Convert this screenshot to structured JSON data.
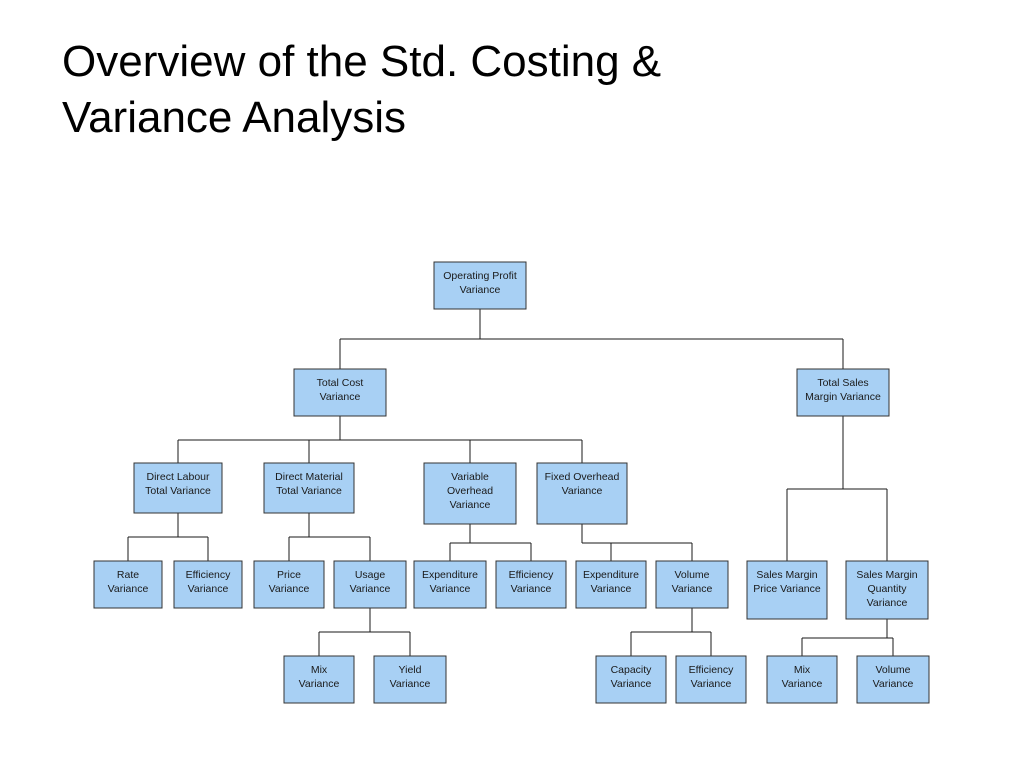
{
  "slide": {
    "title_line1": "Overview of the Std. Costing &",
    "title_line2": "Variance Analysis"
  },
  "colors": {
    "box_fill": "#a8d0f4",
    "box_stroke": "#333333",
    "connector": "#1a1a1a"
  },
  "nodes": [
    {
      "id": "operating-profit-variance",
      "lines": [
        "Operating Profit",
        "Variance"
      ]
    },
    {
      "id": "total-cost-variance",
      "lines": [
        "Total Cost",
        "Variance"
      ]
    },
    {
      "id": "total-sales-margin-variance",
      "lines": [
        "Total Sales",
        "Margin Variance"
      ]
    },
    {
      "id": "direct-labour-total-variance",
      "lines": [
        "Direct Labour",
        "Total Variance"
      ]
    },
    {
      "id": "direct-material-total-variance",
      "lines": [
        "Direct Material",
        "Total Variance"
      ]
    },
    {
      "id": "variable-overhead-variance",
      "lines": [
        "Variable",
        "Overhead",
        "Variance"
      ]
    },
    {
      "id": "fixed-overhead-variance",
      "lines": [
        "Fixed Overhead",
        "Variance"
      ]
    },
    {
      "id": "rate-variance",
      "lines": [
        "Rate",
        "Variance"
      ]
    },
    {
      "id": "labour-efficiency-variance",
      "lines": [
        "Efficiency",
        "Variance"
      ]
    },
    {
      "id": "price-variance",
      "lines": [
        "Price",
        "Variance"
      ]
    },
    {
      "id": "usage-variance",
      "lines": [
        "Usage",
        "Variance"
      ]
    },
    {
      "id": "variable-expenditure-variance",
      "lines": [
        "Expenditure",
        "Variance"
      ]
    },
    {
      "id": "variable-efficiency-variance",
      "lines": [
        "Efficiency",
        "Variance"
      ]
    },
    {
      "id": "fixed-expenditure-variance",
      "lines": [
        "Expenditure",
        "Variance"
      ]
    },
    {
      "id": "volume-variance",
      "lines": [
        "Volume",
        "Variance"
      ]
    },
    {
      "id": "sales-margin-price-variance",
      "lines": [
        "Sales Margin",
        "Price Variance"
      ]
    },
    {
      "id": "sales-margin-quantity-variance",
      "lines": [
        "Sales Margin",
        "Quantity",
        "Variance"
      ]
    },
    {
      "id": "material-mix-variance",
      "lines": [
        "Mix",
        "Variance"
      ]
    },
    {
      "id": "yield-variance",
      "lines": [
        "Yield",
        "Variance"
      ]
    },
    {
      "id": "capacity-variance",
      "lines": [
        "Capacity",
        "Variance"
      ]
    },
    {
      "id": "volume-efficiency-variance",
      "lines": [
        "Efficiency",
        "Variance"
      ]
    },
    {
      "id": "sales-mix-variance",
      "lines": [
        "Mix",
        "Variance"
      ]
    },
    {
      "id": "sales-volume-variance",
      "lines": [
        "Volume",
        "Variance"
      ]
    }
  ],
  "edges": [
    [
      "operating-profit-variance",
      "total-cost-variance"
    ],
    [
      "operating-profit-variance",
      "total-sales-margin-variance"
    ],
    [
      "total-cost-variance",
      "direct-labour-total-variance"
    ],
    [
      "total-cost-variance",
      "direct-material-total-variance"
    ],
    [
      "total-cost-variance",
      "variable-overhead-variance"
    ],
    [
      "total-cost-variance",
      "fixed-overhead-variance"
    ],
    [
      "direct-labour-total-variance",
      "rate-variance"
    ],
    [
      "direct-labour-total-variance",
      "labour-efficiency-variance"
    ],
    [
      "direct-material-total-variance",
      "price-variance"
    ],
    [
      "direct-material-total-variance",
      "usage-variance"
    ],
    [
      "variable-overhead-variance",
      "variable-expenditure-variance"
    ],
    [
      "variable-overhead-variance",
      "variable-efficiency-variance"
    ],
    [
      "fixed-overhead-variance",
      "fixed-expenditure-variance"
    ],
    [
      "fixed-overhead-variance",
      "volume-variance"
    ],
    [
      "total-sales-margin-variance",
      "sales-margin-price-variance"
    ],
    [
      "total-sales-margin-variance",
      "sales-margin-quantity-variance"
    ],
    [
      "usage-variance",
      "material-mix-variance"
    ],
    [
      "usage-variance",
      "yield-variance"
    ],
    [
      "volume-variance",
      "capacity-variance"
    ],
    [
      "volume-variance",
      "volume-efficiency-variance"
    ],
    [
      "sales-margin-quantity-variance",
      "sales-mix-variance"
    ],
    [
      "sales-margin-quantity-variance",
      "sales-volume-variance"
    ]
  ]
}
